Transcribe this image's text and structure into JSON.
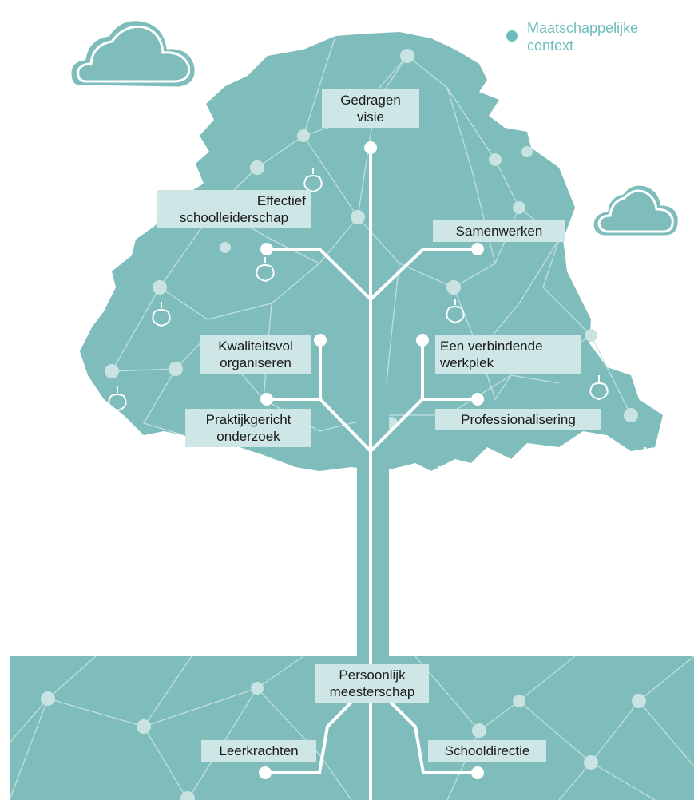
{
  "legend": {
    "line1": "Maatschappelijke",
    "line2": "context"
  },
  "labels": {
    "gedragen_visie": {
      "line1": "Gedragen",
      "line2": "visie"
    },
    "effectief_schoolleiderschap": {
      "line1": "Effectief",
      "line2": "schoolleiderschap"
    },
    "samenwerken": {
      "line1": "Samenwerken"
    },
    "kwaliteitsvol_organiseren": {
      "line1": "Kwaliteitsvol",
      "line2": "organiseren"
    },
    "een_verbindende_werkplek": {
      "line1": "Een verbindende",
      "line2": "werkplek"
    },
    "praktijkgericht_onderzoek": {
      "line1": "Praktijkgericht",
      "line2": "onderzoek"
    },
    "professionalisering": {
      "line1": "Professionalisering"
    },
    "persoonlijk_meesterschap": {
      "line1": "Persoonlijk",
      "line2": "meesterschap"
    },
    "leerkrachten": {
      "line1": "Leerkrachten"
    },
    "schooldirectie": {
      "line1": "Schooldirectie"
    }
  },
  "colors": {
    "teal": "#7fbcbc",
    "light": "#c9e3e3",
    "label_bg": "#cfe6e6",
    "legend": "#6dbcbc"
  },
  "icons": [
    "cloud-icon",
    "apple-icon"
  ]
}
